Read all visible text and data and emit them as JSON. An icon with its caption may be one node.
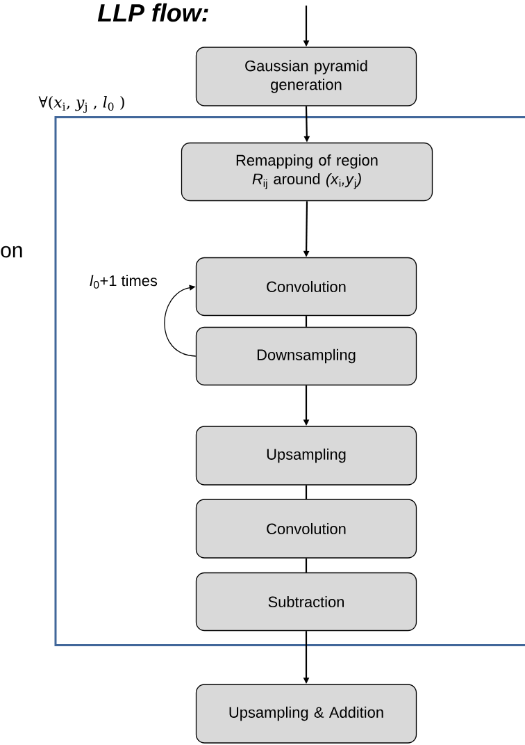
{
  "diagram": {
    "title": "LLP flow:",
    "nodes": [
      {
        "text": [
          "Gaussian pyramid generation"
        ]
      },
      {
        "text": [
          "∀(*x*$_{i}$, *y*$_{j}$ , *l*$_{0}$ )"
        ]
      },
      {
        "text": [
          "Remapping of region *R*$_{ij}$ around *(x*$_{i}$*,y*$_{j}$*)*"
        ],
        "in": 1
      },
      {
        "text": [
          "Convolution"
        ],
        "in": 1
      },
      {
        "text": [
          "Downsampling"
        ],
        "in": 1
      },
      {
        "text": [
          "Upsampling"
        ],
        "in": 1
      },
      {
        "text": [
          "Convolution"
        ],
        "in": 1
      },
      {
        "text": [
          "Subtraction"
        ],
        "in": 1
      },
      {
        "text": [
          "Upsampling & Addition"
        ]
      }
    ],
    "edges": [
      {
        "from": null,
        "to": 0,
        "arrow": "to"
      },
      {
        "from": 0,
        "to": 2,
        "arrow": "to"
      },
      {
        "from": 2,
        "to": 3,
        "arrow": "to"
      },
      {
        "from": 3,
        "to": 4,
        "arrow": "none"
      },
      {
        "from": 4,
        "to": 3,
        "arrow": "to",
        "label": "*l*$_{0}$+1  times"
      },
      {
        "from": 4,
        "to": 5,
        "arrow": "to"
      },
      {
        "from": 5,
        "to": 6,
        "arrow": "none"
      },
      {
        "from": 6,
        "to": 7,
        "arrow": "none"
      },
      {
        "from": 7,
        "to": 8,
        "arrow": "to"
      }
    ],
    "labels": [
      "on"
    ]
  }
}
